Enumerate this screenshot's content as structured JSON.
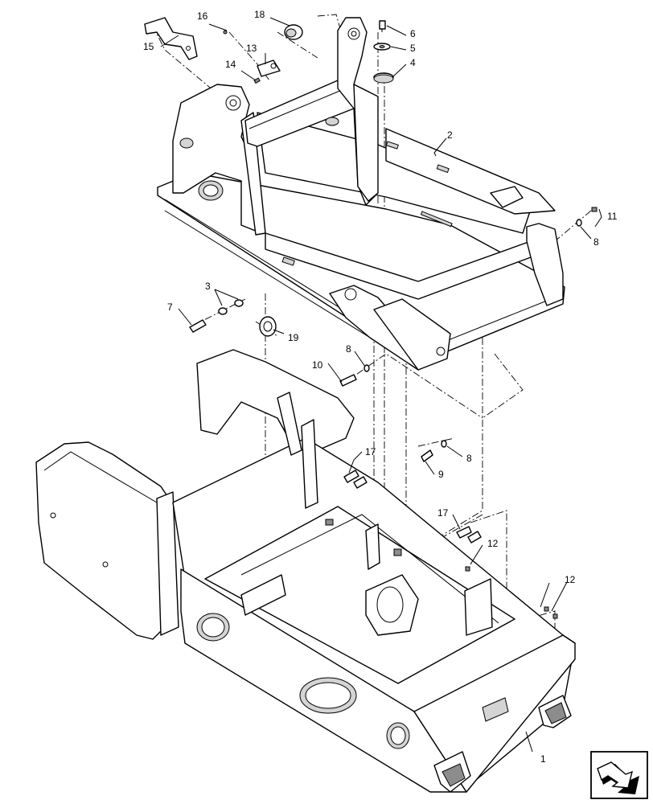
{
  "callouts": [
    "1",
    "2",
    "3",
    "4",
    "5",
    "6",
    "7",
    "8",
    "8",
    "8",
    "9",
    "10",
    "11",
    "12",
    "12",
    "13",
    "14",
    "15",
    "16",
    "17",
    "17",
    "18",
    "19"
  ],
  "nav": {
    "icon": "next-page-arrow-icon"
  }
}
